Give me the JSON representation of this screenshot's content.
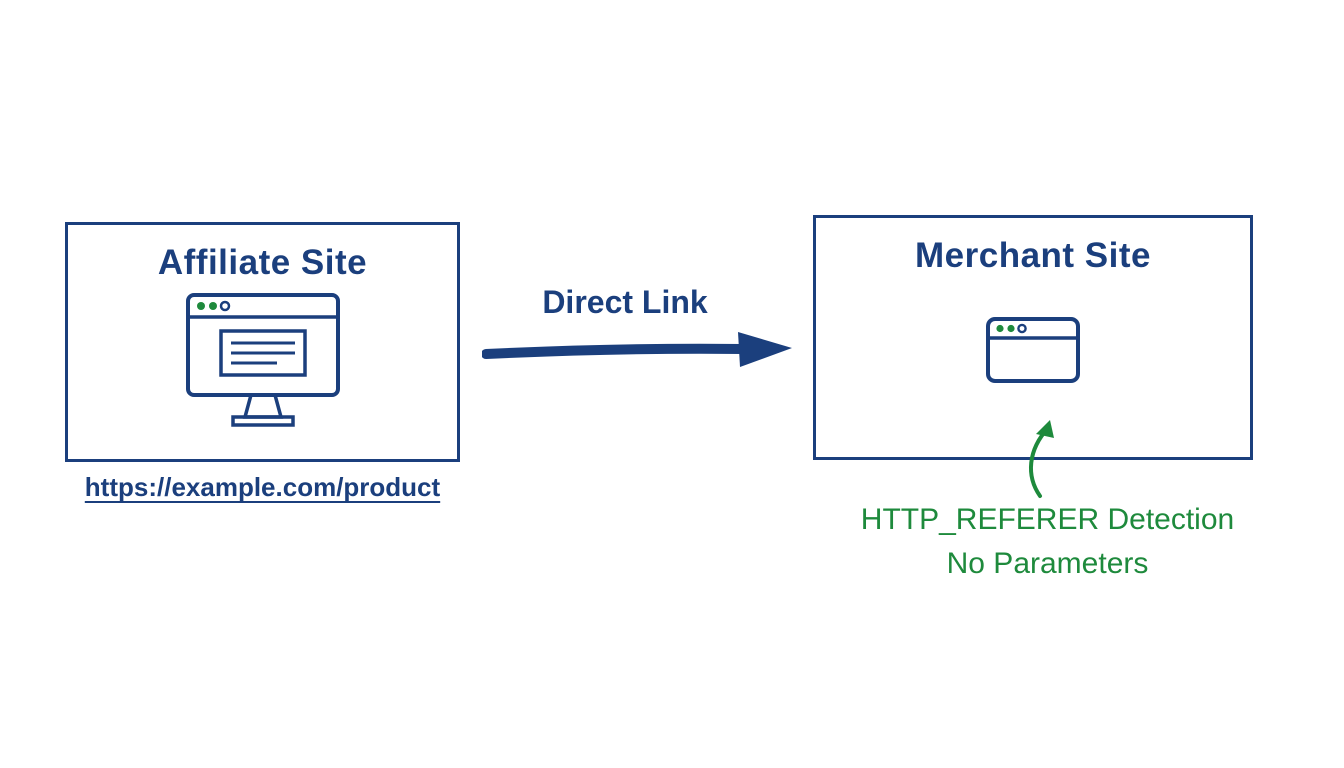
{
  "colors": {
    "blue": "#1b3f7d",
    "green": "#1e8a3c"
  },
  "affiliate_box": {
    "title": "Affiliate Site",
    "url": "https://example.com/product"
  },
  "connector": {
    "label": "Direct Link"
  },
  "merchant_box": {
    "title": "Merchant Site"
  },
  "annotation": {
    "line1": "HTTP_REFERER Detection",
    "line2": "No Parameters"
  }
}
